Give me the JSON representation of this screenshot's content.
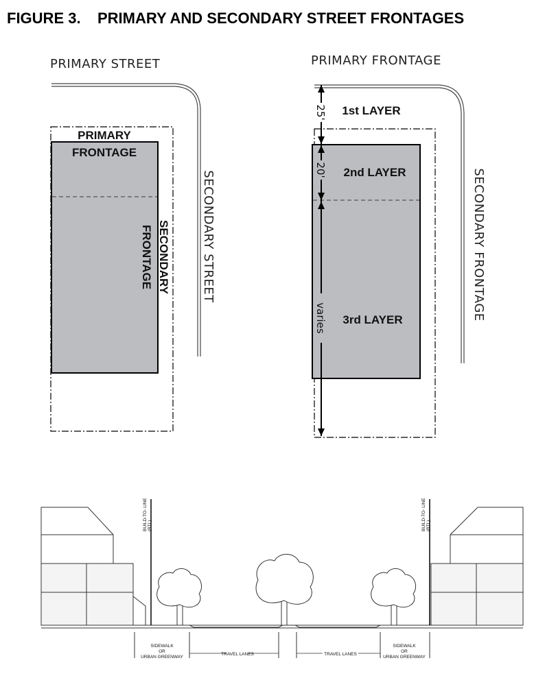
{
  "figure": {
    "title_number": "FIGURE 3.",
    "title_text": "PRIMARY AND SECONDARY STREET FRONTAGES"
  },
  "left_diagram": {
    "primary_street": "PRIMARY STREET",
    "secondary_street": "SECONDARY STREET",
    "primary_frontage_line1": "PRIMARY",
    "primary_frontage_line2": "FRONTAGE",
    "secondary_frontage_line1": "SECONDARY",
    "secondary_frontage_line2": "FRONTAGE"
  },
  "right_diagram": {
    "primary_frontage": "PRIMARY  FRONTAGE",
    "secondary_frontage": "SECONDARY FRONTAGE",
    "layer1": "1st LAYER",
    "layer2": "2nd LAYER",
    "layer3": "3rd LAYER",
    "dim_25": "25'",
    "dim_20": "20'",
    "dim_varies": "varies"
  },
  "section": {
    "build_to_line_left": "BUILD-TO- LINE",
    "btl_left": "(BTL)",
    "build_to_line_right": "BUILD-TO- LINE",
    "btl_right": "(BTL)",
    "sidewalk_left_1": "SIDEWALK",
    "sidewalk_left_2": "OR",
    "sidewalk_left_3": "URBAN GREENWAY",
    "travel_lanes_left": "TRAVEL LANES",
    "travel_lanes_right": "TRAVEL LANES",
    "sidewalk_right_1": "SIDEWALK",
    "sidewalk_right_2": "OR",
    "sidewalk_right_3": "URBAN GREENWAY"
  }
}
